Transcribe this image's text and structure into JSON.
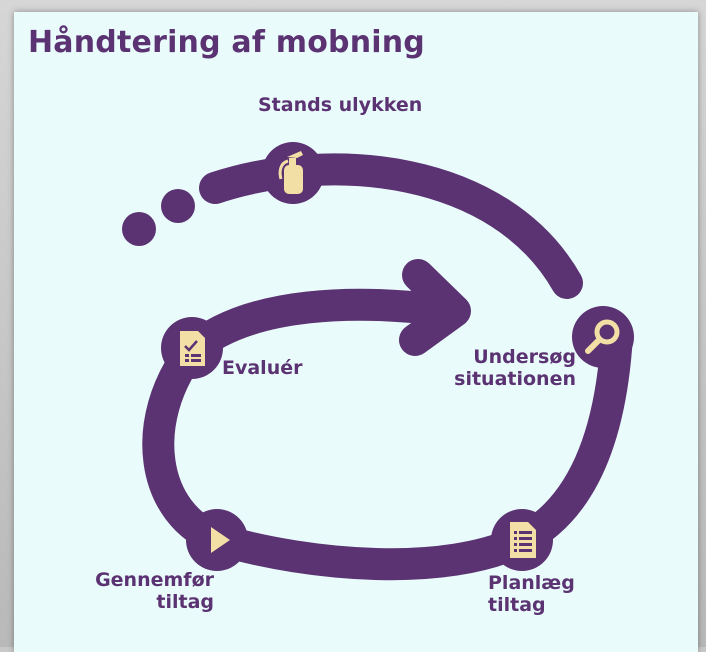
{
  "page": {
    "title": "Håndtering af mobning"
  },
  "steps": {
    "stands": {
      "label": "Stands ulykken",
      "icon": "fire-extinguisher-icon"
    },
    "undersog": {
      "line1": "Undersøg",
      "line2": "situationen",
      "icon": "magnifier-icon"
    },
    "planlaeg": {
      "line1": "Planlæg",
      "line2": "tiltag",
      "icon": "document-list-icon"
    },
    "gennemfor": {
      "line1": "Gennemfør",
      "line2": "tiltag",
      "icon": "play-icon"
    },
    "evaluer": {
      "label": "Evaluér",
      "icon": "checklist-icon"
    }
  },
  "colors": {
    "accent": "#5b3272",
    "icon_fill": "#f2dfa6",
    "background": "#e9fcfb"
  }
}
